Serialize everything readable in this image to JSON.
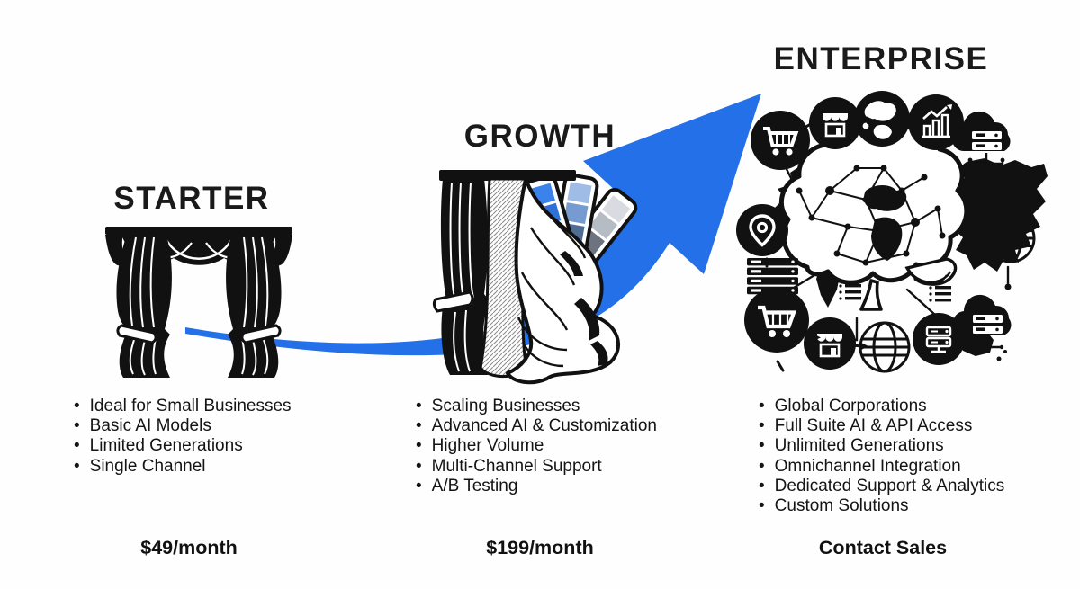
{
  "colors": {
    "arrow_blue": "#2470e8",
    "text": "#141414",
    "swatch_blues": [
      "#3b82ea",
      "#2e6fd8",
      "#245cbd",
      "#1a479e"
    ],
    "swatch_light_blues": [
      "#9fbce6",
      "#759bd0",
      "#4f6c94",
      "#32435c"
    ],
    "swatch_grays": [
      "#d8dbe0",
      "#b6bcc4",
      "#6d747f",
      "#2e3640"
    ]
  },
  "tiers": [
    {
      "name": "STARTER",
      "illustration": "stage-curtain",
      "features": [
        "Ideal for Small Businesses",
        "Basic AI Models",
        "Limited Generations",
        "Single Channel"
      ],
      "price": "$49/month"
    },
    {
      "name": "GROWTH",
      "illustration": "curtain-with-color-swatches",
      "features": [
        "Scaling Businesses",
        "Advanced AI & Customization",
        "Higher Volume",
        "Multi-Channel Support",
        "A/B Testing"
      ],
      "price": "$199/month"
    },
    {
      "name": "ENTERPRISE",
      "illustration": "global-ai-brain-network",
      "features": [
        "Global Corporations",
        "Full Suite AI & API Access",
        "Unlimited Generations",
        "Omnichannel Integration",
        "Dedicated Support & Analytics",
        "Custom Solutions"
      ],
      "price": "Contact Sales"
    }
  ],
  "enterprise_icons": [
    "shopping-cart",
    "storefront",
    "earth-globe",
    "growth-chart",
    "cloud-servers",
    "location-pin",
    "server-rack",
    "wireframe-globe",
    "ai-brain-network",
    "world-map"
  ]
}
